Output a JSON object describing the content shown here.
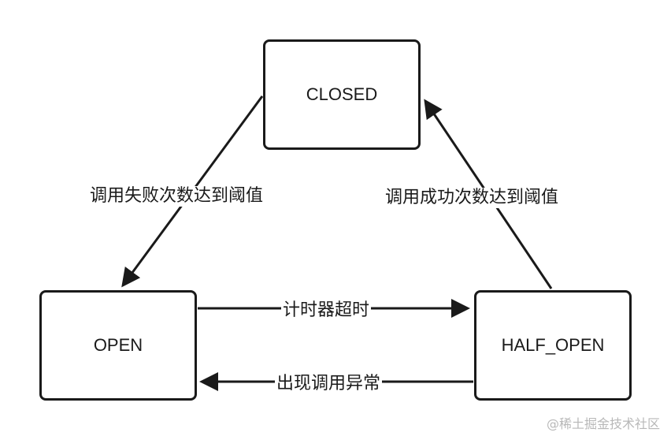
{
  "states": {
    "closed": "CLOSED",
    "open": "OPEN",
    "half_open": "HALF_OPEN"
  },
  "transitions": {
    "closed_to_open": "调用失败次数达到阈值",
    "half_open_to_closed": "调用成功次数达到阈值",
    "open_to_half_open": "计时器超时",
    "half_open_to_open": "出现调用异常"
  },
  "watermark": "@稀土掘金技术社区",
  "colors": {
    "stroke": "#1a1a1a",
    "background": "#ffffff",
    "watermark": "#b8b8b8"
  }
}
